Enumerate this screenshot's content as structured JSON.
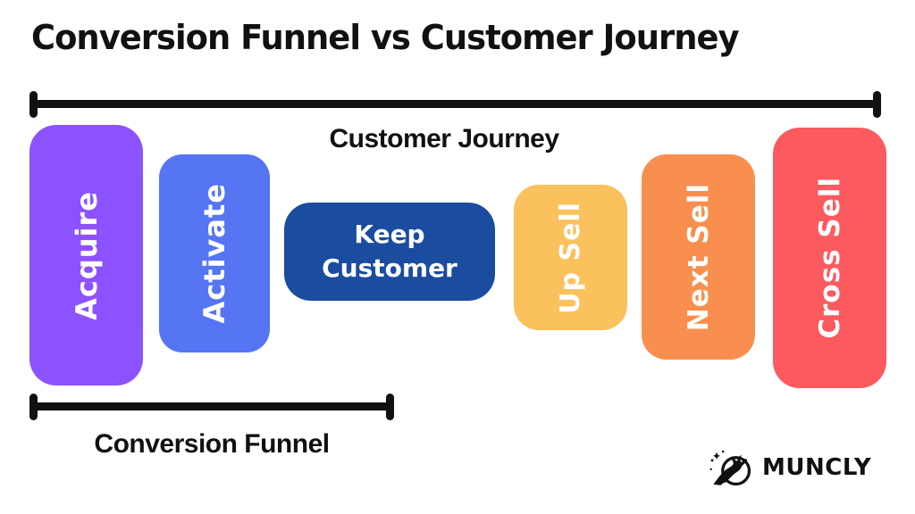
{
  "page": {
    "title": "Conversion Funnel vs Customer Journey",
    "background_color": "#ffffff",
    "line_color": "#111111"
  },
  "brackets": {
    "customer_journey": {
      "label": "Customer Journey"
    },
    "conversion_funnel": {
      "label": "Conversion Funnel"
    }
  },
  "stages": [
    {
      "id": "acquire",
      "label": "Acquire",
      "color": "#8C52FF",
      "orientation": "vertical"
    },
    {
      "id": "activate",
      "label": "Activate",
      "color": "#5575F2",
      "orientation": "vertical"
    },
    {
      "id": "keep-customer",
      "label": "Keep Customer",
      "color": "#1A4C9F",
      "orientation": "horizontal"
    },
    {
      "id": "up-sell",
      "label": "Up Sell",
      "color": "#FBC15D",
      "orientation": "vertical"
    },
    {
      "id": "next-sell",
      "label": "Next Sell",
      "color": "#F98F4E",
      "orientation": "vertical"
    },
    {
      "id": "cross-sell",
      "label": "Cross Sell",
      "color": "#FC5A5F",
      "orientation": "vertical"
    }
  ],
  "logo": {
    "text": "MUNCLY",
    "icon": "unicorn-no-sign-icon"
  }
}
